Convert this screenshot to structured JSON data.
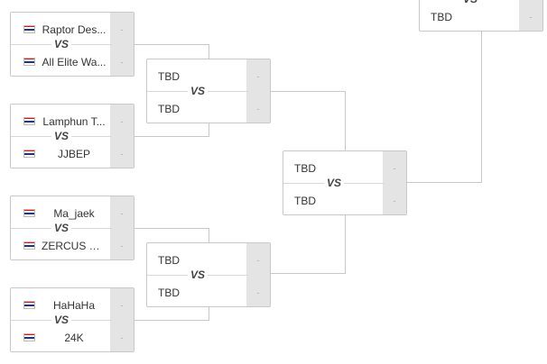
{
  "round1": [
    {
      "team_a": "Raptor Des...",
      "team_b": "All Elite Wa...",
      "score_a": "-",
      "score_b": "-"
    },
    {
      "team_a": "Lamphun T...",
      "team_b": "JJBEP",
      "score_a": "-",
      "score_b": "-"
    },
    {
      "team_a": "Ma_jaek",
      "team_b": "ZERCUS Es...",
      "score_a": "-",
      "score_b": "-"
    },
    {
      "team_a": "HaHaHa",
      "team_b": "24K",
      "score_a": "-",
      "score_b": "-"
    }
  ],
  "round2": [
    {
      "team_a": "TBD",
      "team_b": "TBD",
      "score_a": "-",
      "score_b": "-"
    },
    {
      "team_a": "TBD",
      "team_b": "TBD",
      "score_a": "-",
      "score_b": "-"
    }
  ],
  "round3": [
    {
      "team_a": "TBD",
      "team_b": "TBD",
      "score_a": "-",
      "score_b": "-"
    }
  ],
  "round4": [
    {
      "team_b": "TBD",
      "score_b": "-"
    }
  ],
  "vs_label": "VS",
  "flag_icon": "thailand-flag-icon",
  "colors": {
    "border": "#c8c8c8",
    "score_bg": "#e4e4e4",
    "flag_red": "#d4161f",
    "flag_blue": "#2a2f7a"
  }
}
